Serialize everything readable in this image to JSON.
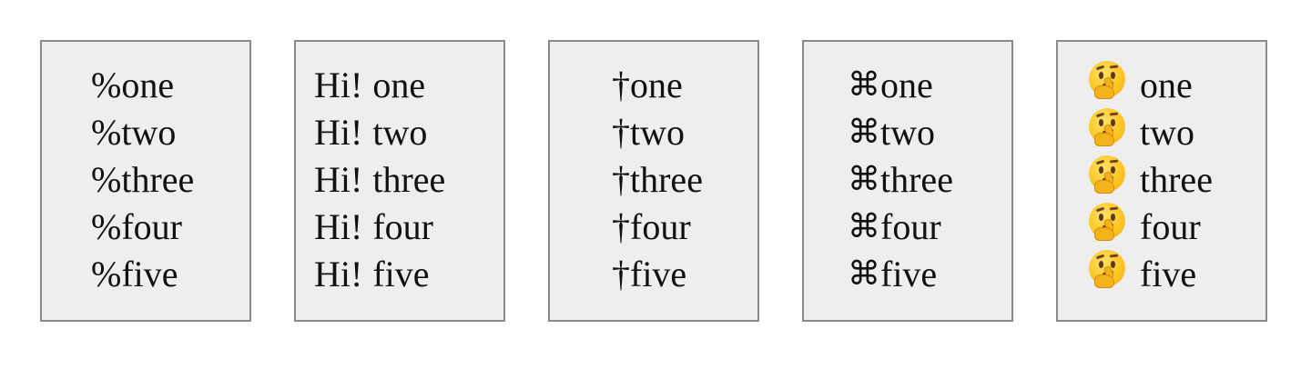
{
  "panels": [
    {
      "marker": "%",
      "items": [
        "one",
        "two",
        "three",
        "four",
        "five"
      ]
    },
    {
      "marker": "Hi!",
      "items": [
        "one",
        "two",
        "three",
        "four",
        "five"
      ]
    },
    {
      "marker": "†",
      "items": [
        "one",
        "two",
        "three",
        "four",
        "five"
      ]
    },
    {
      "marker": "⌘",
      "items": [
        "one",
        "two",
        "three",
        "four",
        "five"
      ]
    },
    {
      "marker_icon": "thinking-face-icon",
      "items": [
        "one",
        "two",
        "three",
        "four",
        "five"
      ]
    }
  ],
  "colors": {
    "panel_background": "#eeeeee",
    "panel_border": "#8a8a8a",
    "text": "#111111",
    "emoji_yellow": "#fcc21b"
  }
}
